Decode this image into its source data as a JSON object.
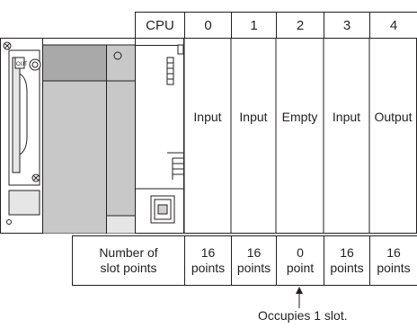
{
  "header": {
    "cpu_label": "CPU",
    "slots": [
      "0",
      "1",
      "2",
      "3",
      "4"
    ]
  },
  "modules": [
    "Input",
    "Input",
    "Empty",
    "Input",
    "Output"
  ],
  "power_module": {
    "out_label": "OUT"
  },
  "points_table": {
    "row_label_line1": "Number of",
    "row_label_line2": "slot points",
    "values": [
      {
        "num": "16",
        "unit": "points"
      },
      {
        "num": "16",
        "unit": "points"
      },
      {
        "num": "0",
        "unit": "point"
      },
      {
        "num": "16",
        "unit": "points"
      },
      {
        "num": "16",
        "unit": "points"
      }
    ]
  },
  "annotation": "Occupies 1 slot.",
  "colors": {
    "line": "#231f20",
    "module_fill": "#ffffff",
    "cpu_gray": "#c8c8c8",
    "cpu_dark": "#a9a9a9",
    "base_gray": "#e6e6e6"
  }
}
